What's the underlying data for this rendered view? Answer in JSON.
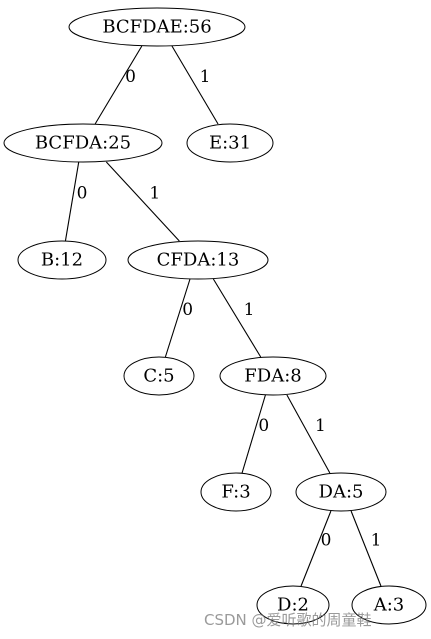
{
  "tree": {
    "nodes": [
      {
        "id": "bcfdae",
        "label": "BCFDAE:56"
      },
      {
        "id": "bcfda",
        "label": "BCFDA:25"
      },
      {
        "id": "e",
        "label": "E:31"
      },
      {
        "id": "b",
        "label": "B:12"
      },
      {
        "id": "cfda",
        "label": "CFDA:13"
      },
      {
        "id": "c",
        "label": "C:5"
      },
      {
        "id": "fda",
        "label": "FDA:8"
      },
      {
        "id": "f",
        "label": "F:3"
      },
      {
        "id": "da",
        "label": "DA:5"
      },
      {
        "id": "d",
        "label": "D:2"
      },
      {
        "id": "a",
        "label": "A:3"
      }
    ],
    "edges": [
      {
        "from": "bcfdae",
        "to": "bcfda",
        "label": "0"
      },
      {
        "from": "bcfdae",
        "to": "e",
        "label": "1"
      },
      {
        "from": "bcfda",
        "to": "b",
        "label": "0"
      },
      {
        "from": "bcfda",
        "to": "cfda",
        "label": "1"
      },
      {
        "from": "cfda",
        "to": "c",
        "label": "0"
      },
      {
        "from": "cfda",
        "to": "fda",
        "label": "1"
      },
      {
        "from": "fda",
        "to": "f",
        "label": "0"
      },
      {
        "from": "fda",
        "to": "da",
        "label": "1"
      },
      {
        "from": "da",
        "to": "d",
        "label": "0"
      },
      {
        "from": "da",
        "to": "a",
        "label": "1"
      }
    ]
  },
  "watermark": "CSDN @爱听歌的周童鞋"
}
